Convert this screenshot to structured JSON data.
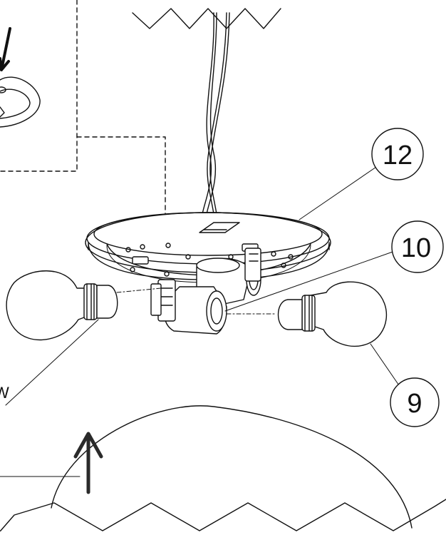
{
  "callouts": [
    {
      "id": "callout-12",
      "label": "12"
    },
    {
      "id": "callout-10",
      "label": "10"
    },
    {
      "id": "callout-9",
      "label": "9"
    }
  ],
  "edge_text": "W",
  "colors": {
    "ink": "#111111",
    "paper": "#ffffff",
    "arrow": "#2a2a2a"
  }
}
